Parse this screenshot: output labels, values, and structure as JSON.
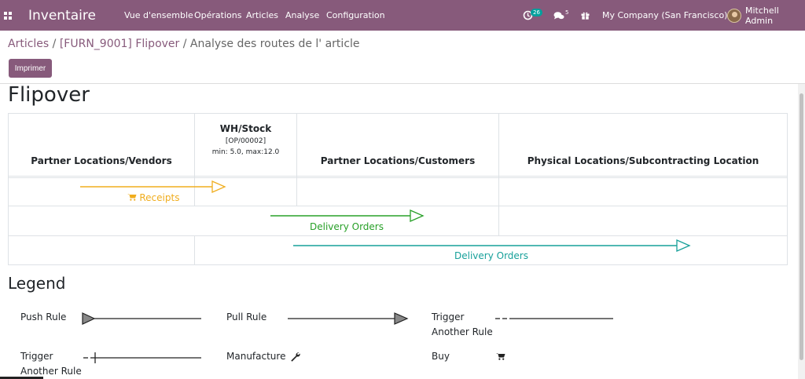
{
  "topbar": {
    "brand": "Inventaire",
    "menu": [
      "Vue d'ensemble",
      "Opérations",
      "Articles",
      "Analyse",
      "Configuration"
    ],
    "activity_count": "26",
    "messages_count": "5",
    "company": "My Company (San Francisco)",
    "user": "Mitchell Admin"
  },
  "breadcrumb": {
    "items": [
      "Articles",
      "[FURN_9001] Flipover"
    ],
    "current": "Analyse des routes de l' article",
    "separator": "/"
  },
  "print_label": "Imprimer",
  "product_title": "Flipover",
  "columns": {
    "vendors": "Partner Locations/Vendors",
    "wh_stock": "WH/Stock",
    "wh_op": "[OP/00002]",
    "wh_minmax": "min: 5.0, max:12.0",
    "customers": "Partner Locations/Customers",
    "subcontracting": "Physical Locations/Subcontracting Location"
  },
  "routes": [
    {
      "label": "Receipts",
      "color": "#f0ad1e"
    },
    {
      "label": "Delivery Orders",
      "color": "#28a028"
    },
    {
      "label": "Delivery Orders",
      "color": "#17a09a"
    }
  ],
  "legend": {
    "title": "Legend",
    "push_rule": "Push Rule",
    "pull_rule": "Pull Rule",
    "trigger_1": "Trigger",
    "trigger_1b": "Another Rule",
    "trigger_2": "Trigger",
    "trigger_2b": "Another Rule",
    "manufacture": "Manufacture",
    "buy": "Buy"
  },
  "colors": {
    "brand": "#875a7b",
    "badge": "#00a09d"
  }
}
